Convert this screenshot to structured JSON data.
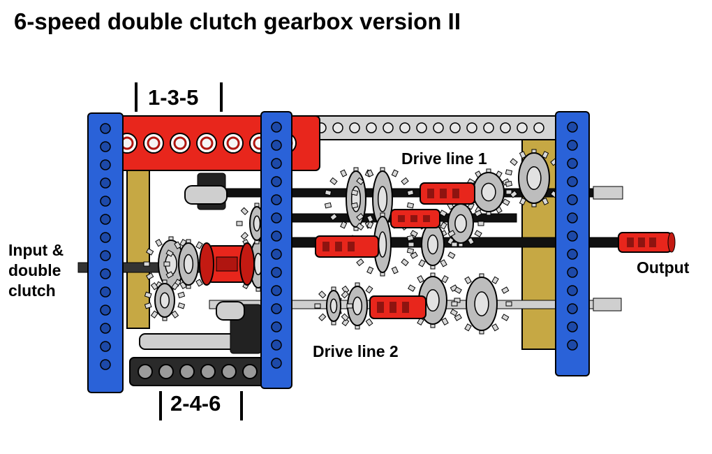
{
  "title": "6-speed double clutch gearbox version II",
  "labels": {
    "gears_odd": "1-3-5",
    "gears_even": "2-4-6",
    "drive_line_1": "Drive line 1",
    "drive_line_2": "Drive line 2",
    "output": "Output",
    "input_lines": [
      "Input &",
      "double",
      "clutch"
    ]
  },
  "colors": {
    "frame_blue": "#2a62d8",
    "beam_red": "#e8261c",
    "beam_gray": "#d4d4d4",
    "beam_black": "#2a2a2a",
    "plate_tan": "#c6a844",
    "axle_black": "#111111",
    "gear_gray": "#bdbdbd"
  }
}
